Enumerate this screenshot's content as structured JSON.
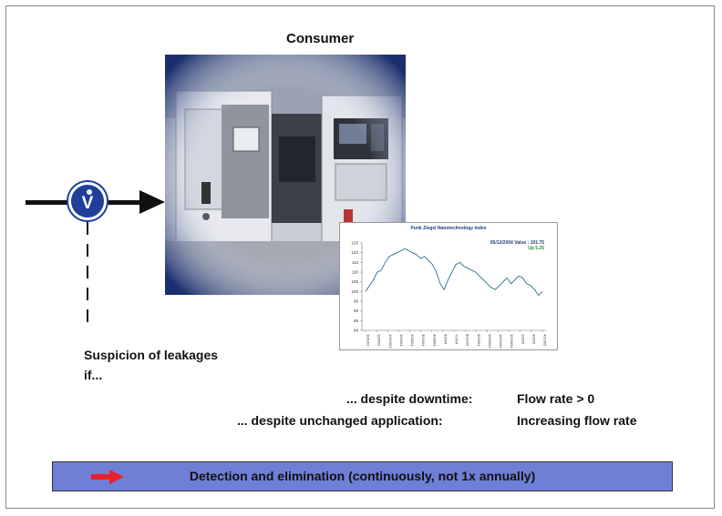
{
  "consumer_title": "Consumer",
  "photo_icon": "cnc-machine-photo",
  "flow_meter": {
    "symbol": "V",
    "icon": "flow-meter-icon"
  },
  "suspicion": {
    "line1": "Suspicion of leakages",
    "line2": "if..."
  },
  "conditions": [
    {
      "label": "... despite downtime:",
      "value": "Flow rate > 0"
    },
    {
      "label": "... despite unchanged application:",
      "value": "Increasing flow rate"
    }
  ],
  "banner": {
    "text": "Detection and elimination (continuously, not 1x annually)",
    "icon": "red-arrow-icon",
    "color": "#6f7fd6"
  },
  "chart_data": {
    "type": "line",
    "title": "Punk Ziegel Nanotechnology Index",
    "value_note": "05/12/2004 Value : 101.75",
    "dp_note": "Up 5.25",
    "ylim": [
      80,
      125
    ],
    "yticks": [
      80,
      85,
      90,
      95,
      100,
      105,
      110,
      115,
      120,
      125
    ],
    "xticks": [
      "10/1/03",
      "11/5/03",
      "12/10/03",
      "1/14/04",
      "2/18/04",
      "3/24/04",
      "4/28/04",
      "6/2/04",
      "7/7/04",
      "8/11/04",
      "9/15/04",
      "10/20/04",
      "11/24/04",
      "12/29/04",
      "2/2/05",
      "3/9/05",
      "4/13/05"
    ],
    "series": [
      {
        "values": [
          100,
          103,
          106,
          110,
          111,
          115,
          118,
          119,
          120,
          121,
          122,
          121,
          120,
          119,
          117,
          118,
          116,
          114,
          110,
          104,
          101,
          106,
          110,
          114,
          115,
          113,
          112,
          111,
          110,
          108,
          106,
          104,
          102,
          101,
          103,
          105,
          107,
          104,
          106,
          108,
          107,
          104,
          103,
          101,
          98,
          100
        ]
      }
    ]
  }
}
